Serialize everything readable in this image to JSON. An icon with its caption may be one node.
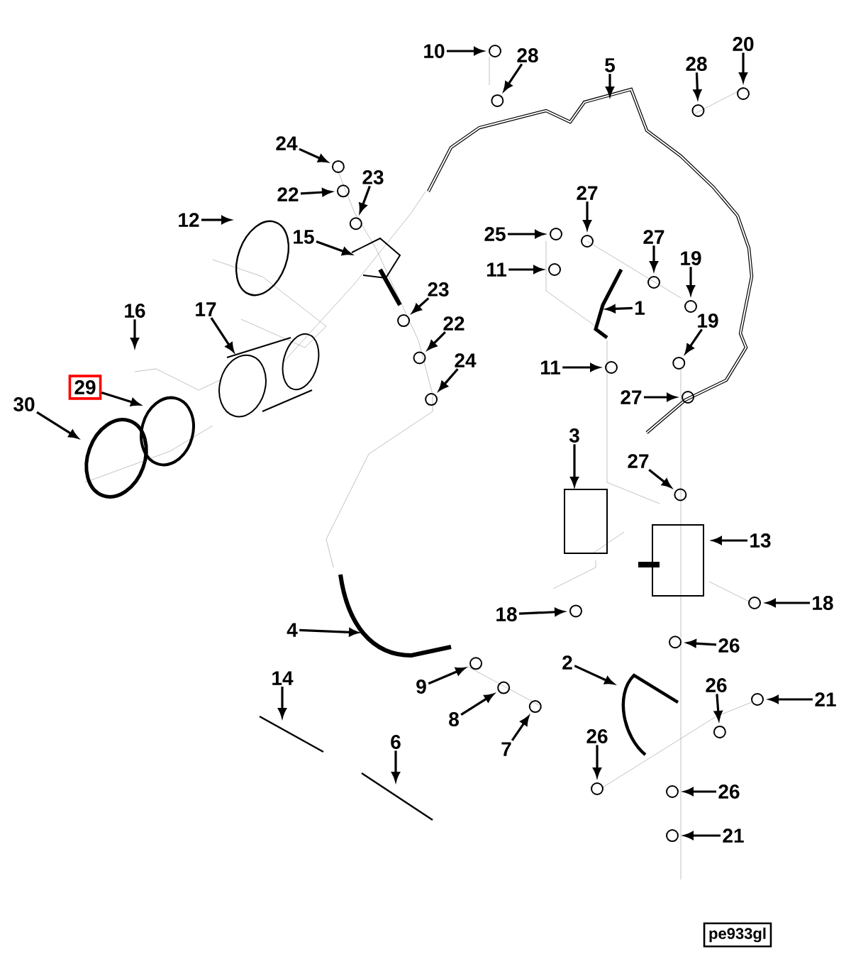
{
  "diagram": {
    "nodes": [
      {
        "text": [
          "10"
        ]
      },
      {
        "text": [
          "28"
        ]
      },
      {
        "text": [
          "5"
        ]
      },
      {
        "text": [
          "28"
        ]
      },
      {
        "text": [
          "20"
        ]
      },
      {
        "text": [
          "24"
        ]
      },
      {
        "text": [
          "23"
        ]
      },
      {
        "text": [
          "22"
        ]
      },
      {
        "text": [
          "12"
        ]
      },
      {
        "text": [
          "15"
        ]
      },
      {
        "text": [
          "27"
        ]
      },
      {
        "text": [
          "25"
        ]
      },
      {
        "text": [
          "27"
        ]
      },
      {
        "text": [
          "19"
        ]
      },
      {
        "text": [
          "11"
        ]
      },
      {
        "text": [
          "23"
        ]
      },
      {
        "text": [
          "1"
        ]
      },
      {
        "text": [
          "16"
        ]
      },
      {
        "text": [
          "17"
        ]
      },
      {
        "text": [
          "22"
        ]
      },
      {
        "text": [
          "19"
        ]
      },
      {
        "text": [
          "11"
        ]
      },
      {
        "text": [
          "24"
        ]
      },
      {
        "text": [
          "29"
        ]
      },
      {
        "text": [
          "30"
        ]
      },
      {
        "text": [
          "27"
        ]
      },
      {
        "text": [
          "27"
        ]
      },
      {
        "text": [
          "3"
        ]
      },
      {
        "text": [
          "13"
        ]
      },
      {
        "text": [
          "18"
        ]
      },
      {
        "text": [
          "18"
        ]
      },
      {
        "text": [
          "4"
        ]
      },
      {
        "text": [
          "2"
        ]
      },
      {
        "text": [
          "26"
        ]
      },
      {
        "text": [
          "26"
        ]
      },
      {
        "text": [
          "21"
        ]
      },
      {
        "text": [
          "9"
        ]
      },
      {
        "text": [
          "14"
        ]
      },
      {
        "text": [
          "8"
        ]
      },
      {
        "text": [
          "7"
        ]
      },
      {
        "text": [
          "6"
        ]
      },
      {
        "text": [
          "26"
        ]
      },
      {
        "text": [
          "26"
        ]
      },
      {
        "text": [
          "21"
        ]
      },
      {
        "text": [
          "pe933gl"
        ]
      }
    ],
    "edges": [
      {
        "from": 0,
        "to": null,
        "arrow": "to"
      },
      {
        "from": 1,
        "to": null,
        "arrow": "to"
      },
      {
        "from": 2,
        "to": null,
        "arrow": "to"
      },
      {
        "from": 3,
        "to": null,
        "arrow": "to"
      },
      {
        "from": 4,
        "to": null,
        "arrow": "to"
      },
      {
        "from": 5,
        "to": null,
        "arrow": "to"
      },
      {
        "from": 6,
        "to": null,
        "arrow": "to"
      },
      {
        "from": 7,
        "to": null,
        "arrow": "to"
      },
      {
        "from": 8,
        "to": null,
        "arrow": "to"
      },
      {
        "from": 9,
        "to": null,
        "arrow": "to"
      },
      {
        "from": 10,
        "to": null,
        "arrow": "to"
      },
      {
        "from": 11,
        "to": null,
        "arrow": "to"
      },
      {
        "from": 12,
        "to": null,
        "arrow": "to"
      },
      {
        "from": 13,
        "to": null,
        "arrow": "to"
      },
      {
        "from": 14,
        "to": null,
        "arrow": "to"
      },
      {
        "from": 15,
        "to": null,
        "arrow": "to"
      },
      {
        "from": 16,
        "to": null,
        "arrow": "to"
      },
      {
        "from": 17,
        "to": null,
        "arrow": "to"
      },
      {
        "from": 18,
        "to": null,
        "arrow": "to"
      },
      {
        "from": 19,
        "to": null,
        "arrow": "to"
      },
      {
        "from": 20,
        "to": null,
        "arrow": "to"
      },
      {
        "from": 21,
        "to": null,
        "arrow": "to"
      },
      {
        "from": 22,
        "to": null,
        "arrow": "to"
      },
      {
        "from": 23,
        "to": null,
        "arrow": "to"
      },
      {
        "from": 24,
        "to": null,
        "arrow": "to"
      },
      {
        "from": 25,
        "to": null,
        "arrow": "to"
      },
      {
        "from": 26,
        "to": null,
        "arrow": "to"
      },
      {
        "from": 27,
        "to": null,
        "arrow": "to"
      },
      {
        "from": 28,
        "to": null,
        "arrow": "to"
      },
      {
        "from": 29,
        "to": null,
        "arrow": "to"
      },
      {
        "from": 30,
        "to": null,
        "arrow": "to"
      },
      {
        "from": 31,
        "to": null,
        "arrow": "to"
      },
      {
        "from": 32,
        "to": null,
        "arrow": "to"
      },
      {
        "from": 33,
        "to": null,
        "arrow": "to"
      },
      {
        "from": 34,
        "to": null,
        "arrow": "to"
      },
      {
        "from": 35,
        "to": null,
        "arrow": "to"
      },
      {
        "from": 36,
        "to": null,
        "arrow": "to"
      },
      {
        "from": 37,
        "to": null,
        "arrow": "to"
      },
      {
        "from": 38,
        "to": null,
        "arrow": "to"
      },
      {
        "from": 39,
        "to": null,
        "arrow": "to"
      },
      {
        "from": 40,
        "to": null,
        "arrow": "to"
      },
      {
        "from": 41,
        "to": null,
        "arrow": "to"
      },
      {
        "from": 42,
        "to": null,
        "arrow": "to"
      },
      {
        "from": 43,
        "to": null,
        "arrow": "to"
      }
    ]
  }
}
